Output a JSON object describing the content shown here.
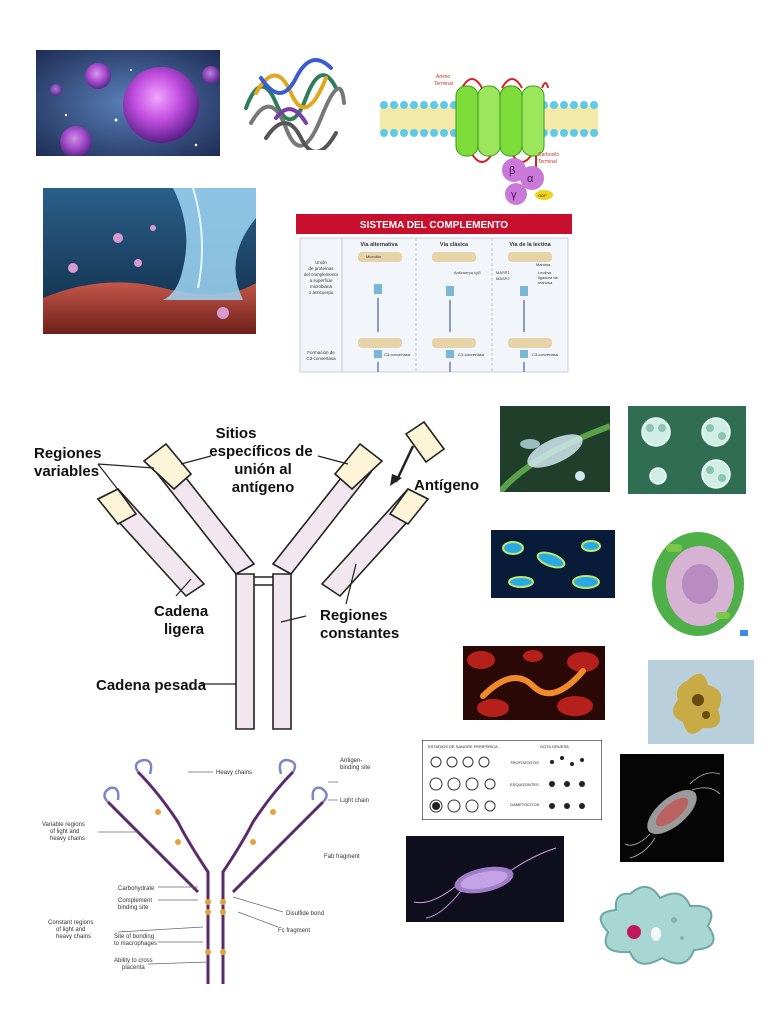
{
  "gpcr": {
    "amino": "Amino",
    "amino2": "Terminal",
    "carboxy": "Carboxilo",
    "carboxy2": "Terminal",
    "beta": "β",
    "alpha": "α",
    "gamma": "γ",
    "gdp": "GDP"
  },
  "complement": {
    "title": "SISTEMA DEL COMPLEMENTO",
    "col_alt": "Vía alternativa",
    "col_clas": "Vía clásica",
    "col_lec": "Vía de la lectina",
    "row1_l1": "Unión",
    "row1_l2": "de proteínas",
    "row1_l3": "del complemento",
    "row1_l4": "a superficie",
    "row1_l5": "microbiana",
    "row1_l6": "o anticuerpo",
    "row2_l1": "Formación de",
    "row2_l2": "C3-convertasa",
    "microbio": "Microbio",
    "anticuerpo": "Anticuerpo IgG",
    "manosa": "Manosa",
    "masp1": "MASP1",
    "masp2": "MASP2",
    "lectina1": "Lectina",
    "lectina2": "ligadora de",
    "lectina3": "manosa",
    "c3conv": "C3-convertasa"
  },
  "antibody_es": {
    "sitios1": "Sitios",
    "sitios2": "específicos de",
    "sitios3": "unión al",
    "sitios4": "antígeno",
    "regiones1": "Regiones",
    "regiones2": "variables",
    "antigeno": "Antígeno",
    "cadena1": "Cadena",
    "cadena2": "ligera",
    "constantes1": "Regiones",
    "constantes2": "constantes",
    "pesada": "Cadena pesada"
  },
  "antibody_en": {
    "heavy": "Heavy chains",
    "antigen1": "Antigen-",
    "antigen2": "binding site",
    "light": "Light chain",
    "var1": "Variable regions",
    "var2": "of light and",
    "var3": "heavy chains",
    "fab": "Fab fragment",
    "carbo": "Carbohydrate",
    "comp1": "Complement",
    "comp2": "binding site",
    "disulfide": "Disulfide bond",
    "const1": "Constant regions",
    "const2": "of light and",
    "const3": "heavy chains",
    "site1": "Site of bonding",
    "site2": "to macrophages",
    "fc": "Fc fragment",
    "able1": "Ability to cross",
    "able2": "placenta"
  },
  "stages": {
    "header1": "ESTADIOS DE SANGRE PERIFÉRICA",
    "header2": "GOTA GRUESA",
    "row1": "TROFOZOITOS",
    "row2": "ESQUIZONTES",
    "row3": "GAMETOCITOS"
  },
  "colors": {
    "membrane_head": "#5ec9e8",
    "receptor": "#7ddc3a",
    "receptor_loop": "#d81f26",
    "gprotein": "#c97ad8",
    "complement_bar": "#c8102e",
    "antibody_fill": "#f2e6ef",
    "antibody_en_stroke": "#5a2a6b"
  }
}
